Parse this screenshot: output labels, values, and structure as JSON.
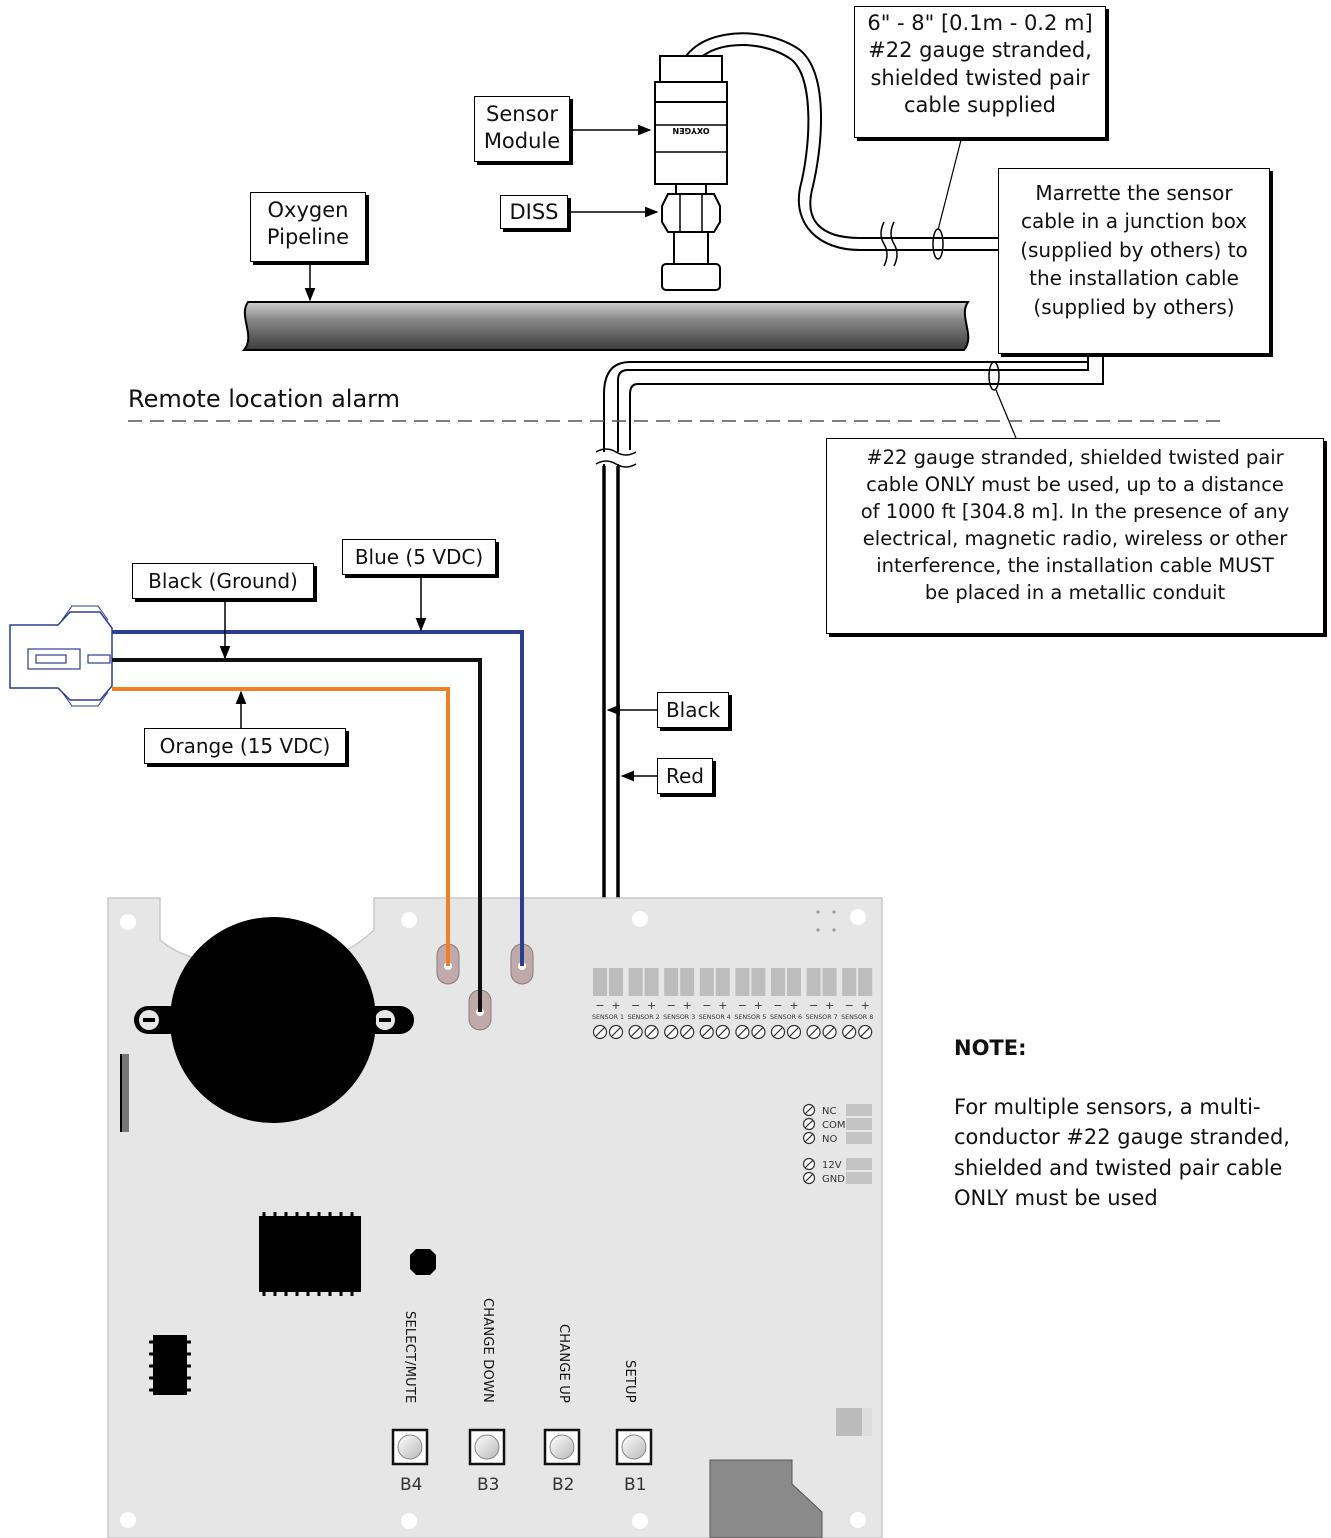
{
  "callouts": {
    "cable_supplied": "6\" - 8\" [0.1m - 0.2 m]\n#22 gauge stranded,\nshielded twisted pair\ncable supplied",
    "sensor_module": "Sensor\nModule",
    "diss": "DISS",
    "oxygen_pipeline": "Oxygen\nPipeline",
    "marrette": "Marrette the sensor\ncable in a junction box\n(supplied by others) to\nthe installation cable\n(supplied by others)",
    "installation_cable": "#22 gauge stranded, shielded twisted pair\ncable ONLY must be used, up to a distance\nof 1000 ft [304.8 m]. In the presence of any\nelectrical, magnetic radio, wireless or other\ninterference, the installation cable MUST\nbe placed in a metallic conduit",
    "blue_wire": "Blue (5 VDC)",
    "black_wire": "Black (Ground)",
    "orange_wire": "Orange (15 VDC)",
    "black_sensor": "Black",
    "red_sensor": "Red"
  },
  "remote_location_label": "Remote location alarm",
  "sensor_body_text": "OXYGEN",
  "terminal_block": {
    "polarity_minus": "−",
    "polarity_plus": "+",
    "sensors": [
      "SENSOR 1",
      "SENSOR 2",
      "SENSOR 3",
      "SENSOR 4",
      "SENSOR 5",
      "SENSOR 6",
      "SENSOR 7",
      "SENSOR 8"
    ]
  },
  "relay_terminals": [
    "NC",
    "COM",
    "NO"
  ],
  "power_terminals": [
    "12V",
    "GND"
  ],
  "buttons": [
    {
      "function": "SELECT/MUTE",
      "id": "B4"
    },
    {
      "function": "CHANGE DOWN",
      "id": "B3"
    },
    {
      "function": "CHANGE UP",
      "id": "B2"
    },
    {
      "function": "SETUP",
      "id": "B1"
    }
  ],
  "note": {
    "title": "NOTE:",
    "body": "For multiple sensors, a multi-\nconductor #22 gauge stranded,\nshielded and twisted pair cable\nONLY must be used"
  },
  "colors": {
    "blue_wire": "#2c3e8f",
    "orange_wire": "#f07f2a",
    "black_wire": "#111111",
    "board": "#e6e6e6",
    "pipe": "#6b6b6b"
  }
}
